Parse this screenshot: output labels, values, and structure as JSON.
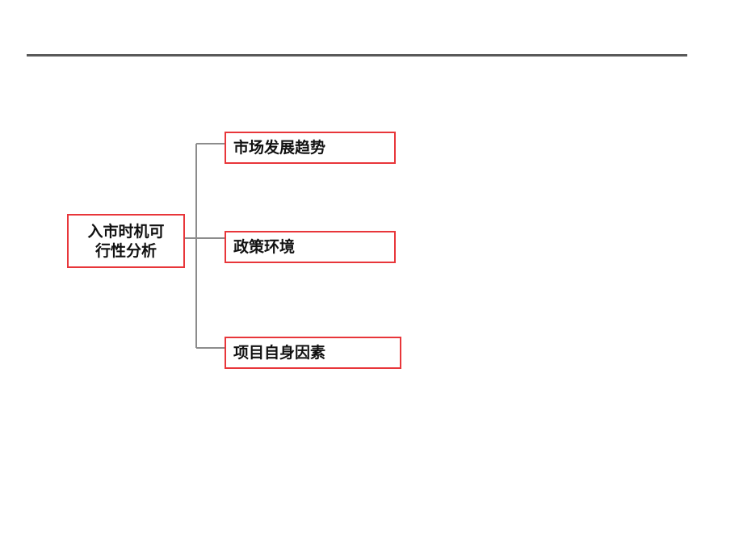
{
  "root": {
    "line1": "入市时机可",
    "line2": "行性分析"
  },
  "branches": [
    {
      "label": "市场发展趋势"
    },
    {
      "label": "政策环境"
    },
    {
      "label": "项目自身因素"
    }
  ],
  "colors": {
    "box_border": "#e8363a",
    "connector": "#8c8c8c",
    "rule": "#595959"
  }
}
